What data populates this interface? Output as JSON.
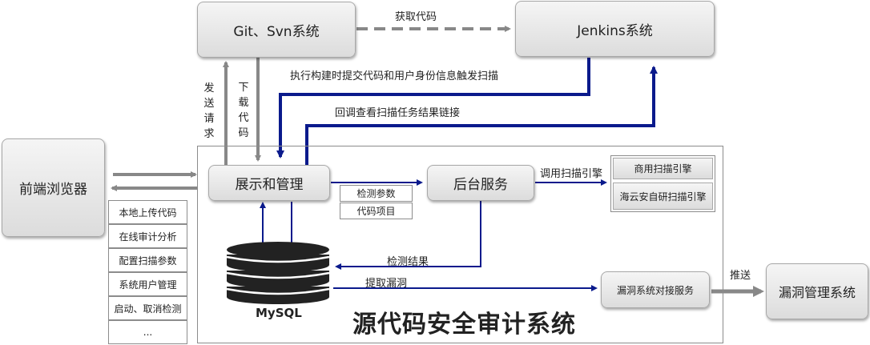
{
  "nodes": {
    "git": "Git、Svn系统",
    "jenkins": "Jenkins系统",
    "browser": "前端浏览器",
    "display": "展示和管理",
    "backend": "后台服务",
    "commercial_engine": "商用扫描引擎",
    "haiyun_engine": "海云安自研扫描引擎",
    "vuln_service": "漏洞系统对接服务",
    "vuln_mgmt": "漏洞管理系统",
    "mysql": "MySQL"
  },
  "params": [
    "检测参数",
    "代码项目"
  ],
  "browser_features": [
    "本地上传代码",
    "在线审计分析",
    "配置扫描参数",
    "系统用户管理",
    "启动、取消检测",
    "..."
  ],
  "edges": {
    "fetch_code": "获取代码",
    "trigger_scan": "执行构建时提交代码和用户身份信息触发扫描",
    "callback": "回调查看扫描任务结果链接",
    "send_request": "发送请求",
    "download_code": "下载代码",
    "call_engine": "调用扫描引擎",
    "detect_result": "检测结果",
    "extract_vuln": "提取漏洞",
    "push": "推送"
  },
  "system_title": "源代码安全审计系统",
  "colors": {
    "navy": "#0a1a8c",
    "gray_arrow": "#888888"
  }
}
